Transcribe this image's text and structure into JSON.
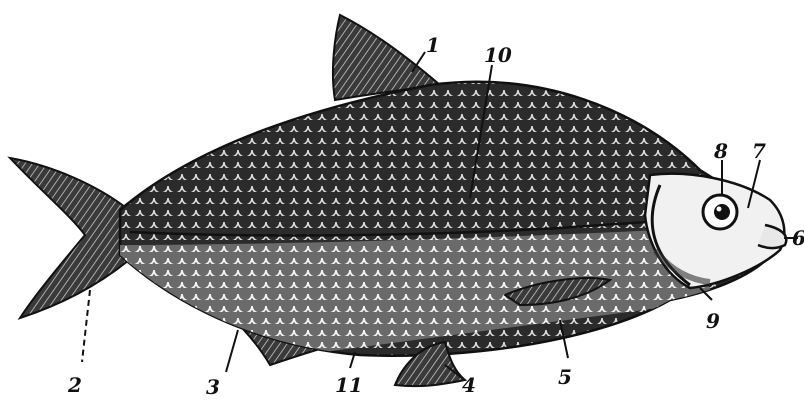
{
  "diagram": {
    "subject": "fish",
    "callouts": [
      {
        "id": "c1",
        "text": "1"
      },
      {
        "id": "c2",
        "text": "2"
      },
      {
        "id": "c3",
        "text": "3"
      },
      {
        "id": "c4",
        "text": "4"
      },
      {
        "id": "c5",
        "text": "5"
      },
      {
        "id": "c6",
        "text": "6"
      },
      {
        "id": "c7",
        "text": "7"
      },
      {
        "id": "c8",
        "text": "8"
      },
      {
        "id": "c9",
        "text": "9"
      },
      {
        "id": "c10",
        "text": "10"
      },
      {
        "id": "c11",
        "text": "11"
      }
    ],
    "colors": {
      "ink": "#111111",
      "paper": "#ffffff"
    }
  }
}
